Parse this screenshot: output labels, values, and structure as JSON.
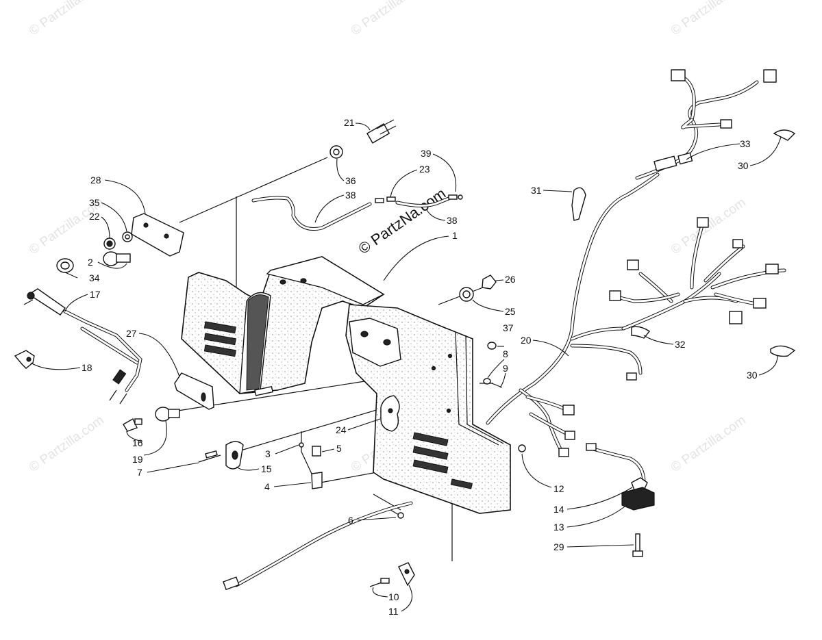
{
  "watermark": {
    "text": "© Partzilla.com",
    "center_text": "© PartzNa.com"
  },
  "callouts": {
    "c1": "1",
    "c2": "2",
    "c3": "3",
    "c4": "4",
    "c5": "5",
    "c6": "6",
    "c7": "7",
    "c8": "8",
    "c9": "9",
    "c10": "10",
    "c11": "11",
    "c12": "12",
    "c13": "13",
    "c14": "14",
    "c15": "15",
    "c16": "16",
    "c17": "17",
    "c18": "18",
    "c19": "19",
    "c20": "20",
    "c21": "21",
    "c22": "22",
    "c23": "23",
    "c24": "24",
    "c25": "25",
    "c26": "26",
    "c27": "27",
    "c28": "28",
    "c29": "29",
    "c30a": "30",
    "c30b": "30",
    "c31": "31",
    "c32": "32",
    "c33": "33",
    "c34": "34",
    "c35": "35",
    "c36": "36",
    "c37": "37",
    "c38a": "38",
    "c38b": "38",
    "c39": "39"
  }
}
